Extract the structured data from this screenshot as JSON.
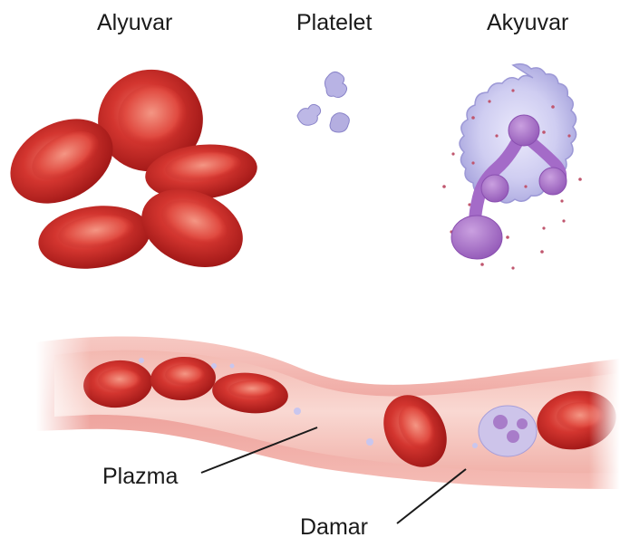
{
  "labels": {
    "red_cell": "Alyuvar",
    "platelet": "Platelet",
    "white_cell": "Akyuvar",
    "plasma": "Plazma",
    "vessel": "Damar"
  },
  "colors": {
    "red_cell": "#c8201f",
    "red_cell_highlight": "#ef6a5e",
    "red_cell_shadow": "#8e0f10",
    "white_cell_cytoplasm": "#c7c5ec",
    "white_cell_nucleus": "#a870c9",
    "platelet": "#b7b2e2",
    "vessel_wall": "#f2b0ac",
    "vessel_inner": "#f8d2cc",
    "plasma": "#f6c7c0"
  }
}
